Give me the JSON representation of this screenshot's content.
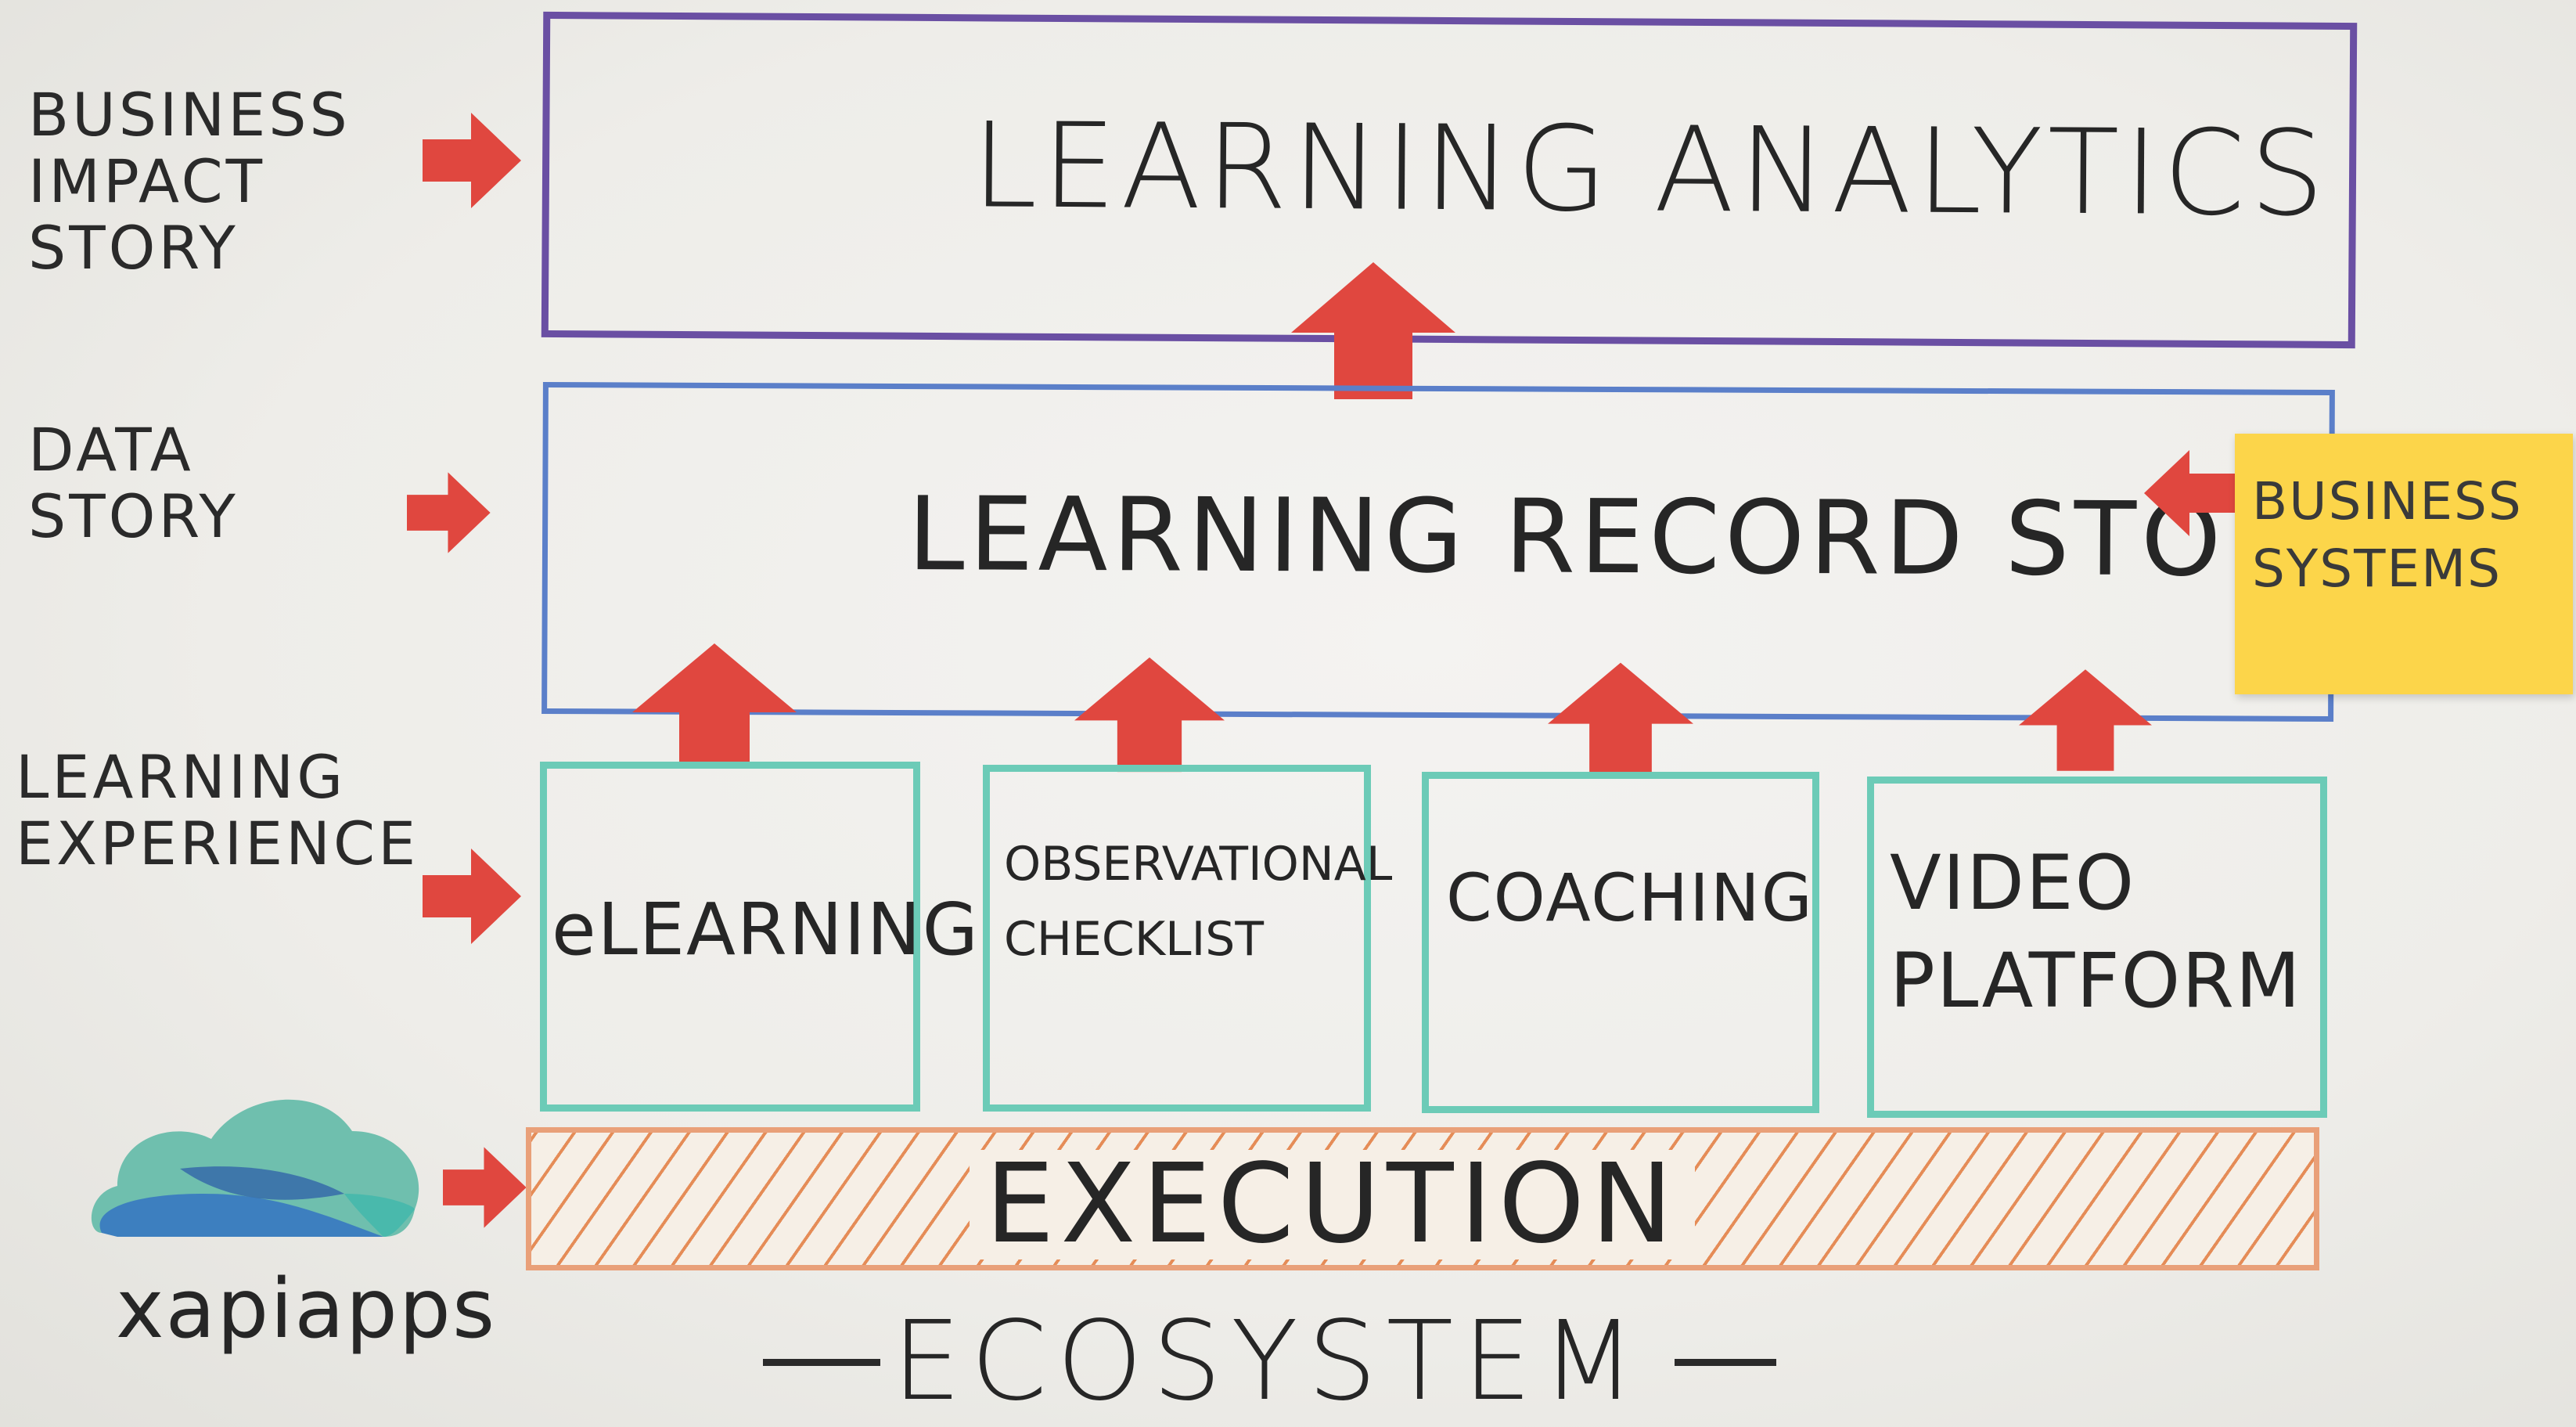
{
  "left_labels": {
    "business_impact": "BUSINESS\nIMPACT\nSTORY",
    "data_story": "DATA\nSTORY",
    "learning_experience": "LEARNING\nEXPERIENCE"
  },
  "layers": {
    "analytics": "LEARNING ANALYTICS",
    "lrs": "LEARNING RECORD STORE",
    "execution": "EXECUTION"
  },
  "experiences": [
    {
      "label": "eLEARNING"
    },
    {
      "label": "OBSERVATIONAL\nCHECKLIST"
    },
    {
      "label": "COACHING"
    },
    {
      "label": "VIDEO\nPLATFORM"
    }
  ],
  "sticky_note": "BUSINESS\nSYSTEMS",
  "logo_text": "xapiapps",
  "footer": "ECOSYSTEM",
  "colors": {
    "analytics_border": "#6a4fa3",
    "lrs_border": "#5b7fc9",
    "experience_border": "#6ccbb7",
    "execution_border": "#e9a079",
    "arrow": "#e0473f",
    "sticky": "#fcd54a"
  }
}
